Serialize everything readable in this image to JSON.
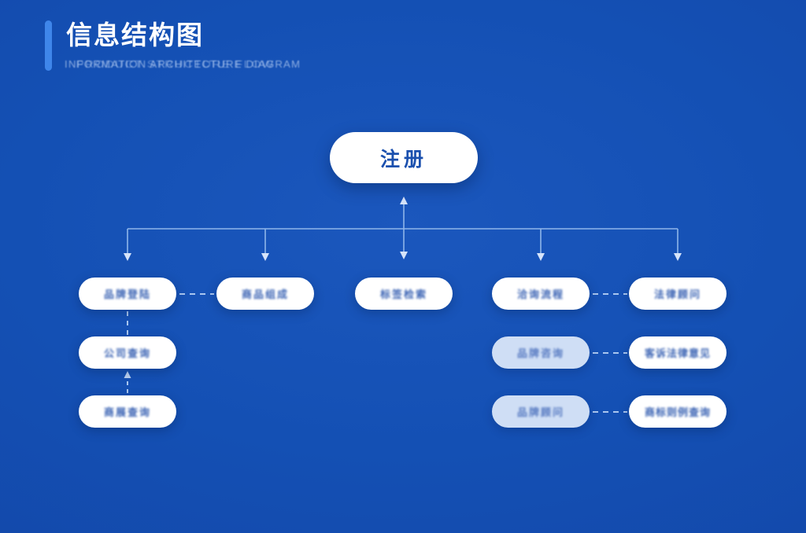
{
  "header": {
    "title": "信息结构图",
    "subtitle": "INFORMATION ARCHITECTURE DIAGRAM",
    "subtitle_ghost": "PRODUCT STRUCTURE FLOW",
    "accent_color": "#3f86ea"
  },
  "theme": {
    "background": "#1450b4",
    "node_fill": "#ffffff",
    "node_fill_tinted": "#cfdef5",
    "node_text": "#2a56ad",
    "root_text": "#1b50ae",
    "connector": "#8fb6ea"
  },
  "diagram": {
    "root": {
      "label": "注册"
    },
    "columns": [
      {
        "id": "col-1",
        "nodes": [
          {
            "label": "品牌登陆"
          },
          {
            "label": "公司查询"
          },
          {
            "label": "商展查询"
          }
        ]
      },
      {
        "id": "col-2",
        "nodes": [
          {
            "label": "商品组成"
          }
        ]
      },
      {
        "id": "col-3",
        "nodes": [
          {
            "label": "标签检索"
          }
        ]
      },
      {
        "id": "col-4",
        "nodes": [
          {
            "label": "洽询流程"
          },
          {
            "label": "品牌咨询"
          },
          {
            "label": "品牌顾问"
          }
        ]
      },
      {
        "id": "col-5",
        "nodes": [
          {
            "label": "法律顾问"
          },
          {
            "label": "客诉法律意见"
          },
          {
            "label": "商标则例查询"
          }
        ]
      }
    ]
  }
}
